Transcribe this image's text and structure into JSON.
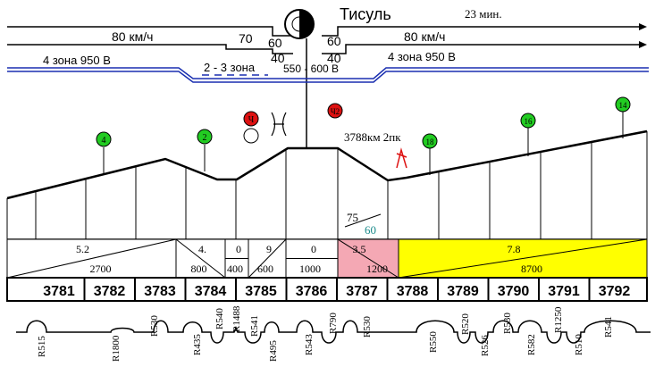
{
  "header": {
    "station_name": "Тисуль",
    "travel_time": "23 мин."
  },
  "speed_limits": {
    "left": "80 км/ч",
    "station_left_upper": "70",
    "station_mid_upper": "60",
    "station_right_upper": "60",
    "station_mid_lower_left": "40",
    "station_mid_lower_right": "40",
    "right": "80 км/ч"
  },
  "voltage_zones": {
    "left": "4 зона  950 В",
    "middle": "2 - 3 зона",
    "middle_voltage": "550 - 600 В",
    "right": "4 зона  950 В"
  },
  "signals": [
    {
      "label": "4",
      "color": "#22cc22"
    },
    {
      "label": "2",
      "color": "#22cc22"
    },
    {
      "label": "Ч",
      "color": "#dd1111"
    },
    {
      "label": "Ч2",
      "color": "#dd1111"
    },
    {
      "label": "18",
      "color": "#22cc22"
    },
    {
      "label": "16",
      "color": "#22cc22"
    },
    {
      "label": "14",
      "color": "#22cc22"
    }
  ],
  "annotations": {
    "kilometer_mark": "3788км 2пк",
    "fraction_numerator": "75",
    "fraction_denominator": "60"
  },
  "gradients": [
    {
      "slope": "5.2",
      "length": "2700",
      "fill": "#ffffff"
    },
    {
      "slope": "4.",
      "length": "800",
      "fill": "#ffffff"
    },
    {
      "slope": "0",
      "length": "400",
      "fill": "#ffffff"
    },
    {
      "slope": "9",
      "length": "600",
      "fill": "#ffffff"
    },
    {
      "slope": "0",
      "length": "1000",
      "fill": "#ffffff"
    },
    {
      "slope": "3.5",
      "length": "1200",
      "fill": "#f4a8b4"
    },
    {
      "slope": "7.8",
      "length": "8700",
      "fill": "#ffff00"
    }
  ],
  "kilometers": [
    "3781",
    "3782",
    "3783",
    "3784",
    "3785",
    "3786",
    "3787",
    "3788",
    "3789",
    "3790",
    "3791",
    "3792"
  ],
  "curves": [
    "R515",
    "R1800",
    "R530",
    "R435",
    "R540",
    "R1488",
    "R541",
    "R495",
    "R543",
    "R790",
    "R530",
    "R550",
    "R520",
    "R526",
    "R530",
    "R582",
    "R1250",
    "R510",
    "R541"
  ],
  "colors": {
    "signal_green": "#22cc22",
    "signal_red": "#dd1111",
    "contact_line_blue": "#1a2fb0",
    "teal_text": "#1a8a8a"
  }
}
